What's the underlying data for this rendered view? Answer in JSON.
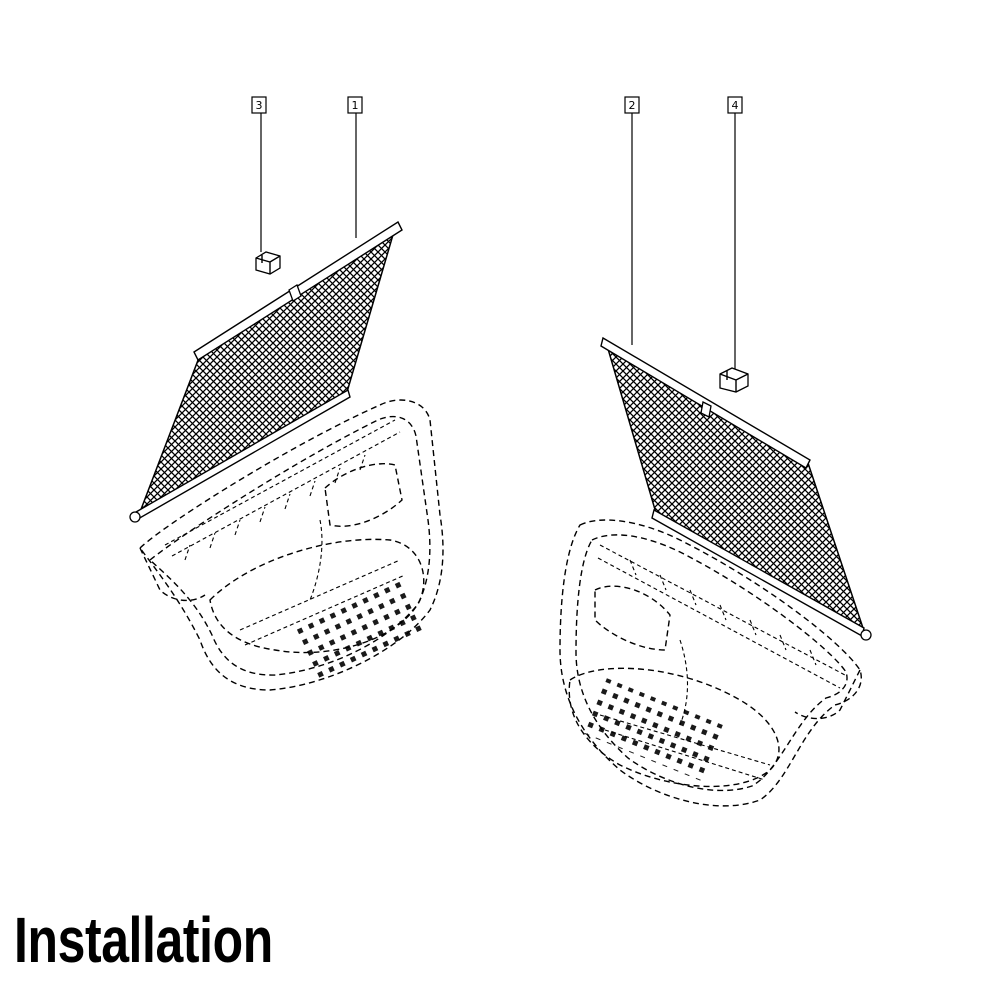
{
  "callouts": [
    {
      "id": "callout-3",
      "label": "3"
    },
    {
      "id": "callout-1",
      "label": "1"
    },
    {
      "id": "callout-2",
      "label": "2"
    },
    {
      "id": "callout-4",
      "label": "4"
    }
  ],
  "footer": {
    "title": "Installation"
  },
  "colors": {
    "ink": "#000000",
    "paper": "#ffffff"
  }
}
